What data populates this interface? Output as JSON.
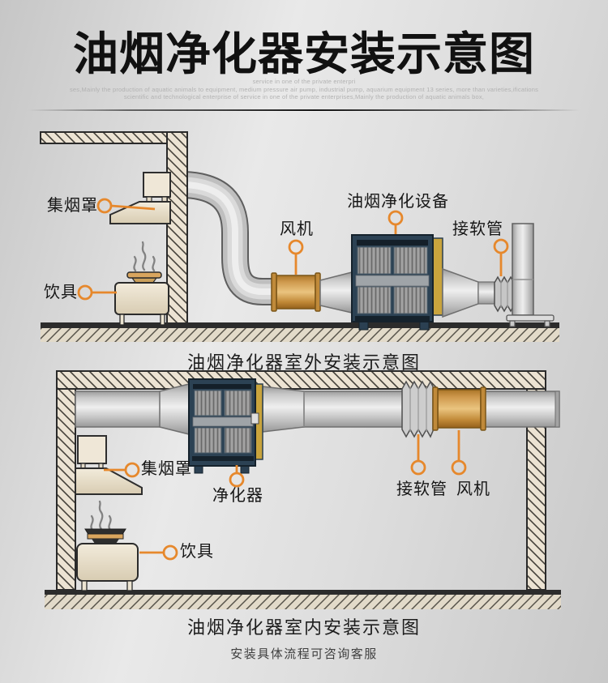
{
  "header": {
    "title": "油烟净化器安装示意图",
    "subtitle_lines": [
      "service in one of the private enterpri",
      "ses,Mainly the production of aquatic animals to equipment, medium pressure air pump, industrial pump, aquarium equipment 13 series, more than varieties,ifications",
      "scientific and technological enterprise of service in one of the private enterprises,Mainly the production of aquatic animals box,"
    ]
  },
  "outdoor": {
    "caption": "油烟净化器室外安装示意图",
    "labels": {
      "hood": "集烟罩",
      "cookware": "饮具",
      "fan": "风机",
      "purifier": "油烟净化设备",
      "flex_hose": "接软管"
    }
  },
  "indoor": {
    "caption": "油烟净化器室内安装示意图",
    "labels": {
      "hood": "集烟罩",
      "purifier": "净化器",
      "flex_hose": "接软管",
      "fan": "风机",
      "cookware": "饮具"
    }
  },
  "footer": {
    "note": "安装具体流程可咨询客服"
  },
  "colors": {
    "accent_orange": "#e6882c",
    "fan_orange": "#cf9147",
    "purifier_navy": "#2c4254",
    "panel_yellow": "#c9a43d",
    "wall_beige": "#ece3d3",
    "duct_gray": "#c6c6c6"
  }
}
